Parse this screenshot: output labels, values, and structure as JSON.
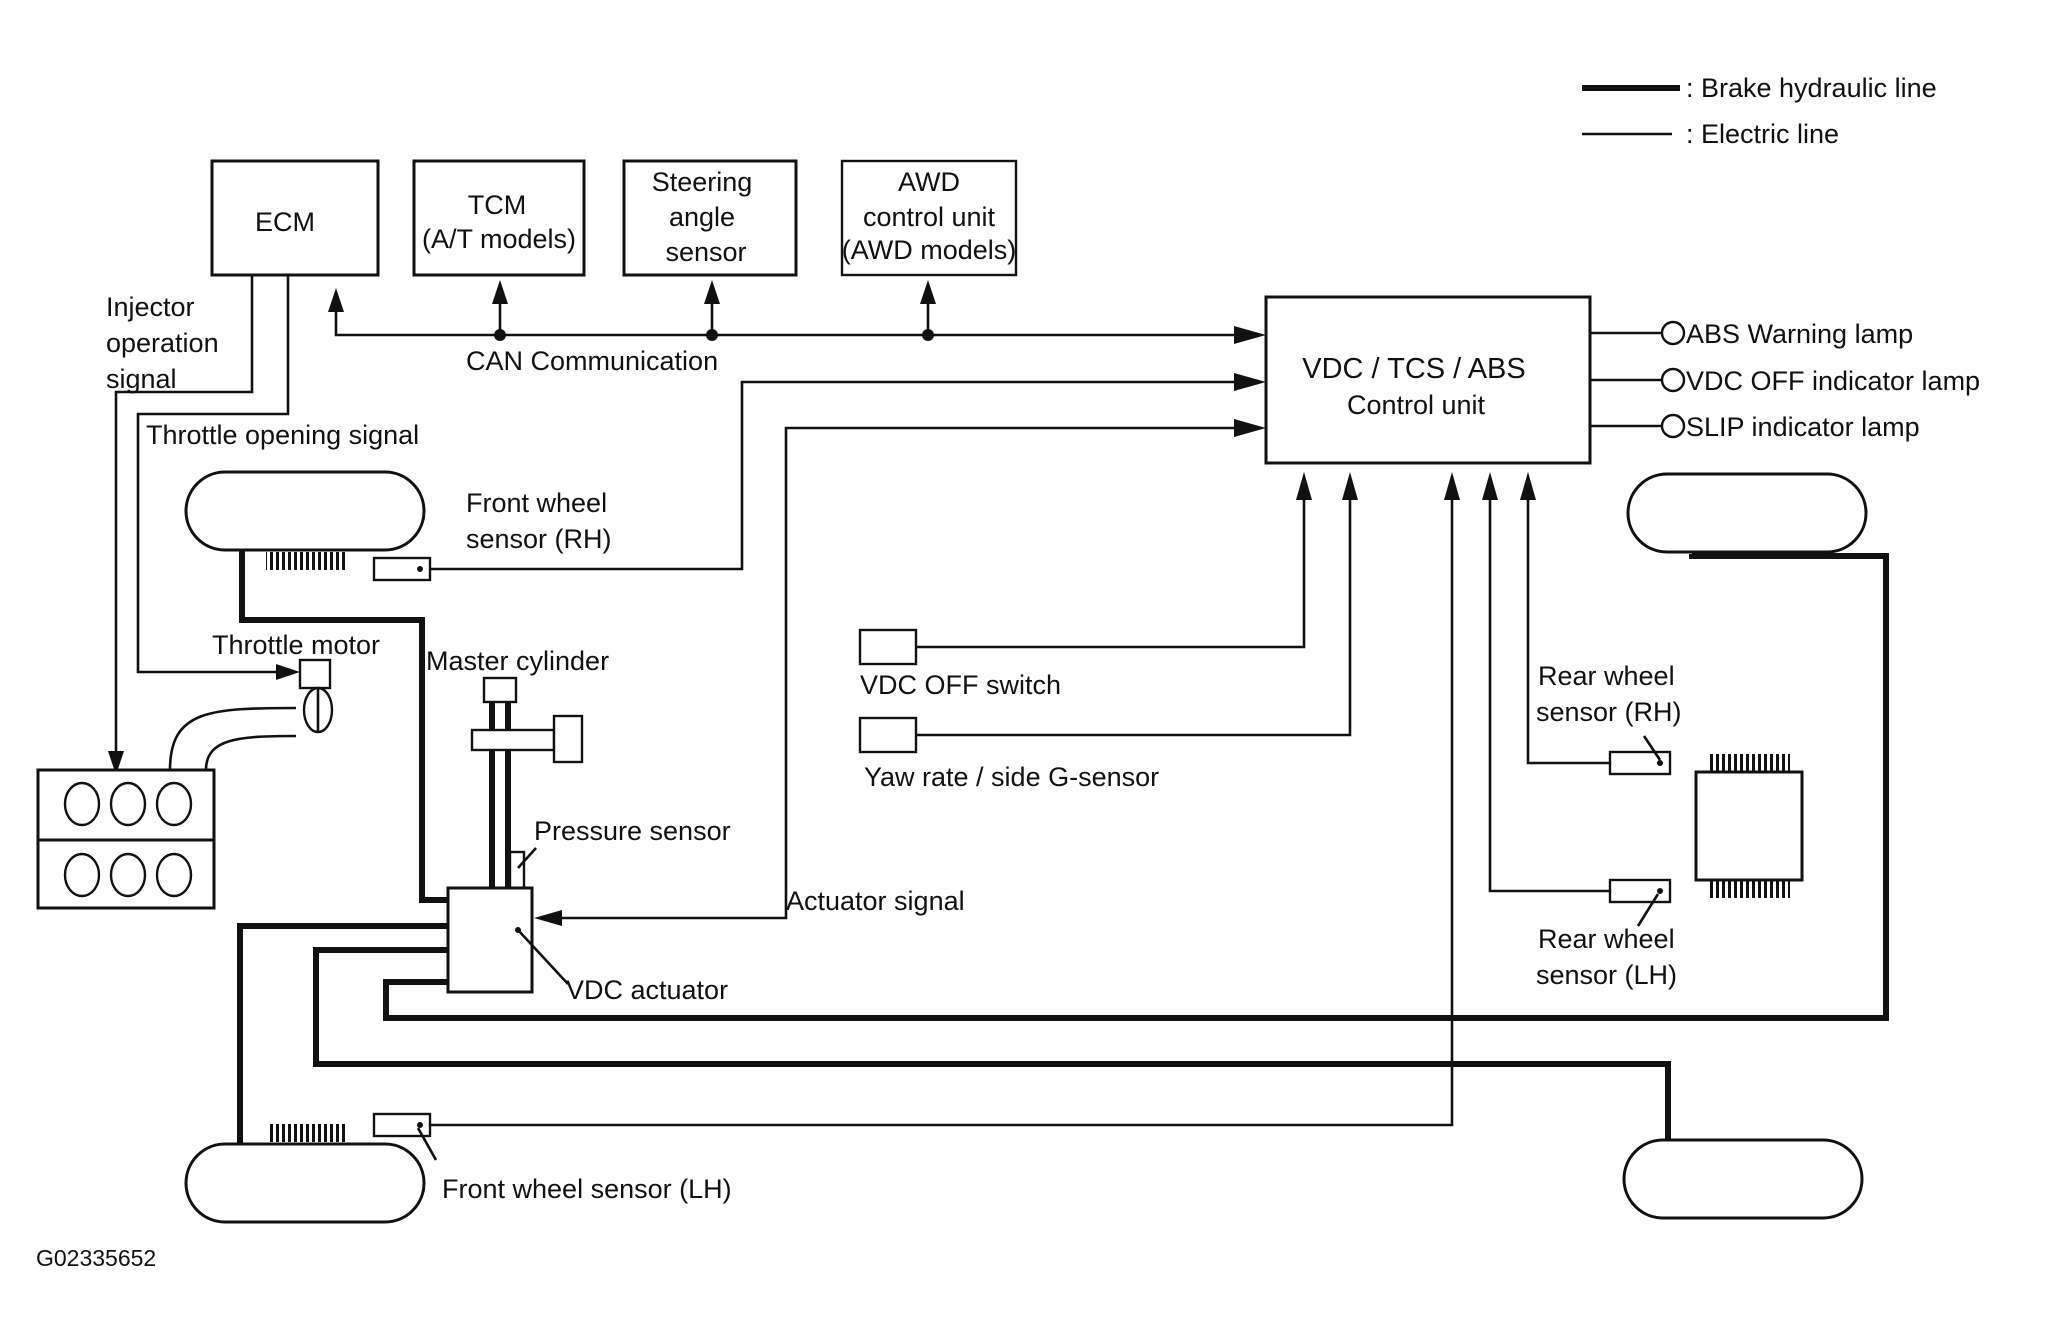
{
  "legend": {
    "brake_hydraulic_line": ": Brake hydraulic line",
    "electric_line": ": Electric line"
  },
  "modules": {
    "ecm": "ECM",
    "tcm_line1": "TCM",
    "tcm_line2": "(A/T models)",
    "steering_line1": "Steering",
    "steering_line2": "angle",
    "steering_line3": "sensor",
    "awd_line1": "AWD",
    "awd_line2": "control unit",
    "awd_line3": "(AWD models)",
    "control_unit_line1": "VDC / TCS / ABS",
    "control_unit_line2": "Control unit"
  },
  "labels": {
    "can": "CAN Communication",
    "injector_line1": "Injector",
    "injector_line2": "operation",
    "injector_line3": "signal",
    "throttle_opening": "Throttle opening signal",
    "front_rh_line1": "Front wheel",
    "front_rh_line2": "sensor (RH)",
    "throttle_motor": "Throttle motor",
    "master_cylinder": "Master cylinder",
    "pressure_sensor": "Pressure sensor",
    "actuator_signal": "Actuator signal",
    "vdc_actuator": "VDC actuator",
    "vdc_off_switch": "VDC OFF switch",
    "yaw_rate": "Yaw rate / side G-sensor",
    "rear_rh_line1": "Rear wheel",
    "rear_rh_line2": "sensor (RH)",
    "rear_lh_line1": "Rear wheel",
    "rear_lh_line2": "sensor (LH)",
    "front_lh": "Front wheel sensor (LH)",
    "figure_id": "G02335652"
  },
  "lamps": {
    "abs_warning": "ABS Warning lamp",
    "vdc_off_indicator": "VDC OFF indicator lamp",
    "slip_indicator": "SLIP indicator lamp"
  }
}
